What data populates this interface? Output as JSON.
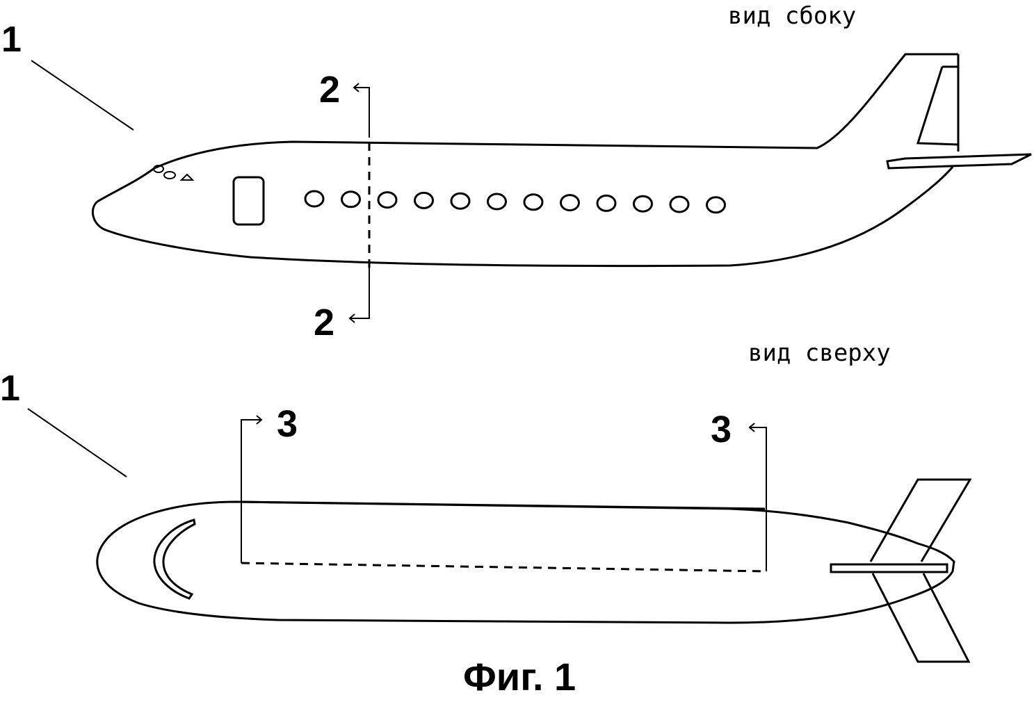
{
  "labels": {
    "side_view": "вид сбоку",
    "top_view": "вид сверху",
    "ref_aircraft": "1",
    "section_2": "2",
    "section_3": "3",
    "caption": "Фиг. 1"
  }
}
